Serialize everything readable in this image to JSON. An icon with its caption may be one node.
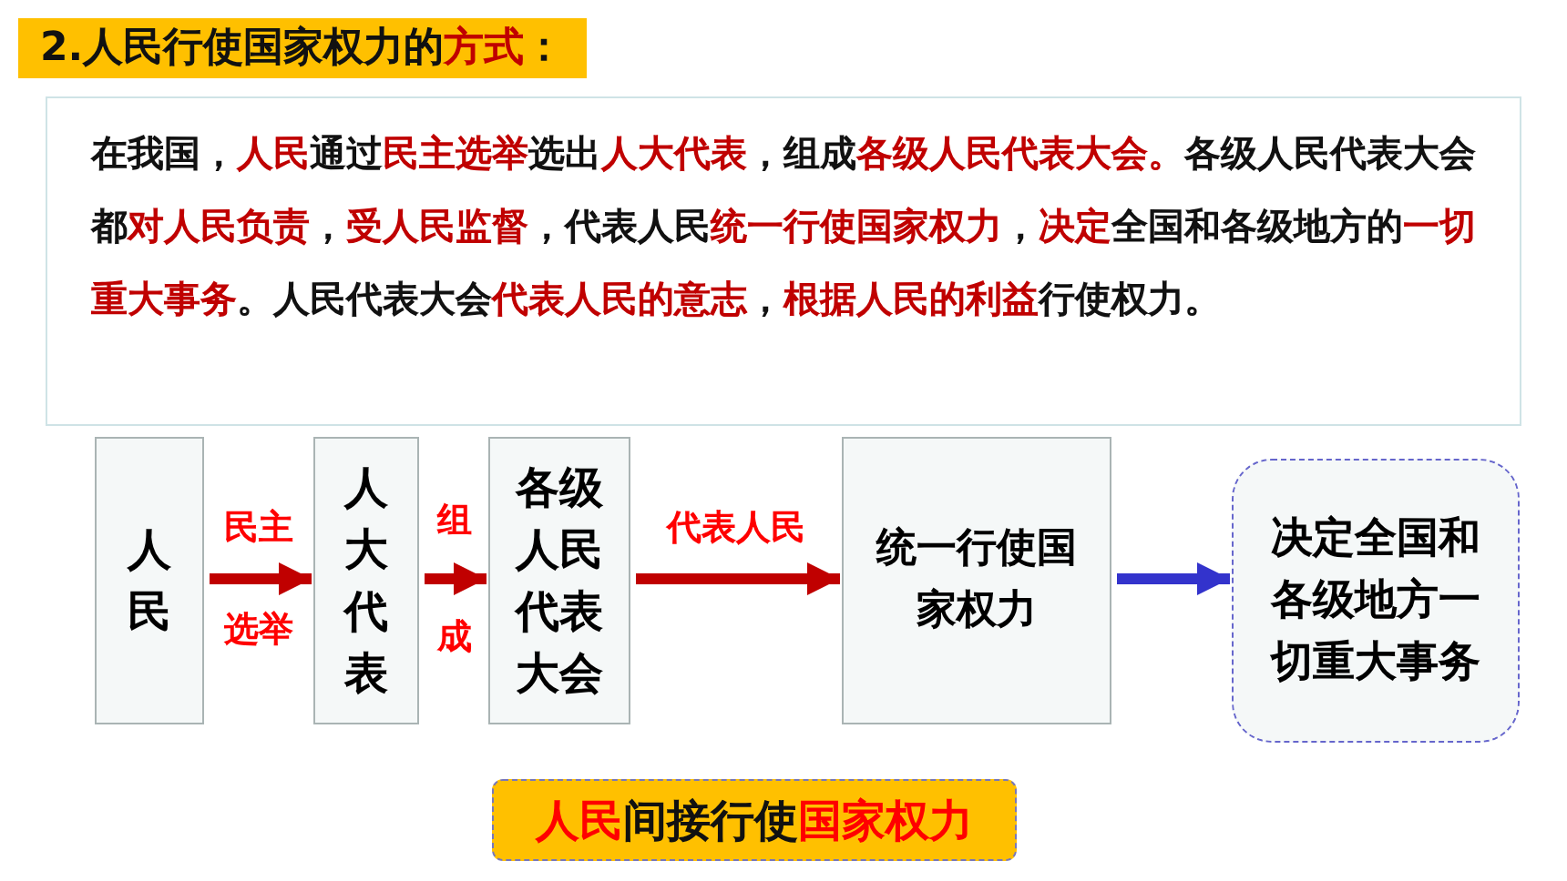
{
  "diagram": {
    "title": "2.人民行使国家权力的**方式**：",
    "nodes": [
      {
        "text": [
          "在我国，**人民**通过**民主选举**选出**人大代表**，组成**各级人民代表大会。**各级人民代表大会都**对人民负责**，**受人民监督**，代表人民**统一行使国家权力**，**决定**全国和各级地方的**一切重大事务**。人民代表大会**代表人民的意志**，**根据人民的利益**行使权力。"
        ]
      },
      {
        "text": [
          "人民"
        ]
      },
      {
        "text": [
          "人大代表"
        ]
      },
      {
        "text": [
          "各级人民代表大会"
        ]
      },
      {
        "text": [
          "统一行使国家权力"
        ]
      },
      {
        "text": [
          "决定全国和各级地方一切重大事务"
        ]
      },
      {
        "text": [
          "**人民**间接行使**国家权力**"
        ]
      }
    ],
    "edges": [
      {
        "from": 1,
        "to": 2,
        "arrow": "to",
        "label": "民主选举"
      },
      {
        "from": 2,
        "to": 3,
        "arrow": "to",
        "label": "组成"
      },
      {
        "from": 3,
        "to": 4,
        "arrow": "to",
        "label": "代表人民"
      },
      {
        "from": 4,
        "to": 5,
        "arrow": "to",
        "color": "#3333cc"
      }
    ]
  }
}
